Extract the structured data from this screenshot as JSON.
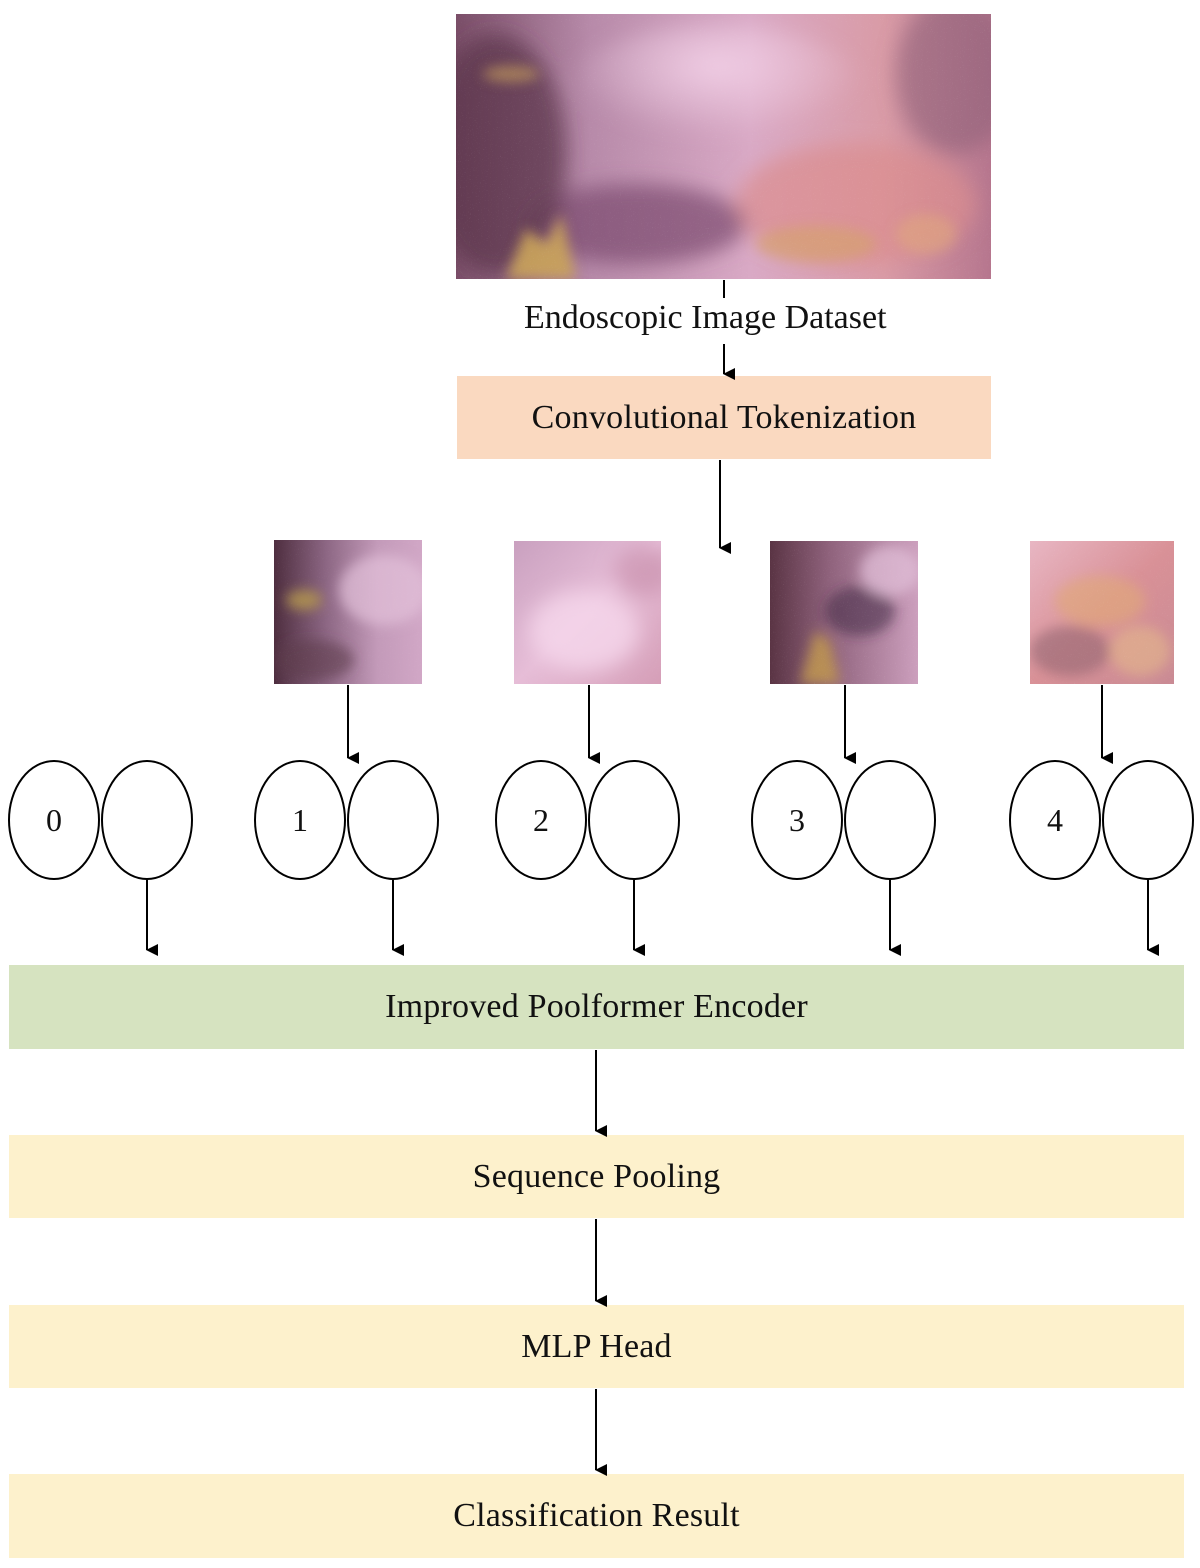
{
  "colors": {
    "tokenization_fill": "#FAD9C0",
    "encoder_fill": "#D6E3C0",
    "pooling_fill": "#FDF1CC",
    "head_fill": "#FDF1CC",
    "result_fill": "#FDF1CC",
    "line": "#000000"
  },
  "input": {
    "label": "Endoscopic Image Dataset",
    "image_icon": "endoscopic-image"
  },
  "steps": {
    "tokenization": "Convolutional Tokenization",
    "encoder": "Improved Poolformer Encoder",
    "pooling": "Sequence Pooling",
    "head": "MLP Head",
    "result": "Classification Result"
  },
  "tokens": [
    {
      "index": "0",
      "has_patch": false
    },
    {
      "index": "1",
      "has_patch": true,
      "patch_icon": "image-patch-1"
    },
    {
      "index": "2",
      "has_patch": true,
      "patch_icon": "image-patch-2"
    },
    {
      "index": "3",
      "has_patch": true,
      "patch_icon": "image-patch-3"
    },
    {
      "index": "4",
      "has_patch": true,
      "patch_icon": "image-patch-4"
    }
  ]
}
